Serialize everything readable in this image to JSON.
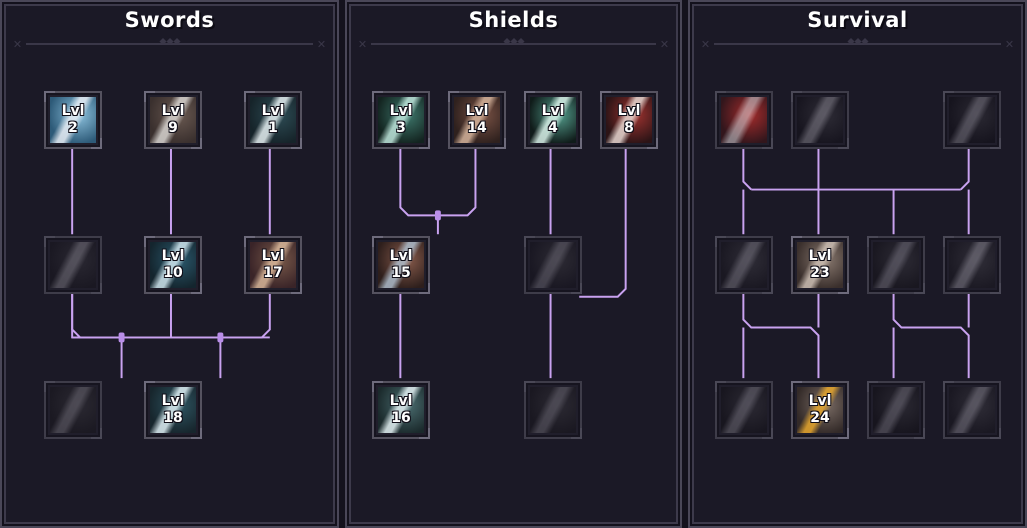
{
  "theme": {
    "background": "#14121d",
    "panel_bg": "#1b1926",
    "panel_border": "#4a4758",
    "link_color": "#c9a2f0",
    "title_color": "#ffffff",
    "divider_color": "#3a3748"
  },
  "divider": {
    "end_glyph": "✕"
  },
  "level_prefix": "Lvl",
  "panels": [
    {
      "id": "swords",
      "title": "Swords",
      "columns": 3,
      "nodes": [
        {
          "name": "swords-r1c1",
          "row": 1,
          "col": 1,
          "level": "2",
          "learned": true,
          "art": "blue-sword-slash",
          "colors": [
            "#8fc4e0",
            "#2d5a78",
            "#e8eef5"
          ]
        },
        {
          "name": "swords-r1c2",
          "row": 1,
          "col": 2,
          "level": "9",
          "learned": true,
          "art": "brown-blade",
          "colors": [
            "#6b5a52",
            "#3a302e",
            "#d8d4d0"
          ]
        },
        {
          "name": "swords-r1c3",
          "row": 1,
          "col": 3,
          "level": "1",
          "learned": true,
          "art": "teal-swordsman",
          "colors": [
            "#2e4d56",
            "#16242a",
            "#e6f0f2"
          ]
        },
        {
          "name": "swords-r2c1",
          "row": 2,
          "col": 1,
          "level": null,
          "learned": false,
          "art": "dark-blade",
          "colors": [
            "#2a2832",
            "#1a1822",
            "#7d7a85"
          ]
        },
        {
          "name": "swords-r2c2",
          "row": 2,
          "col": 2,
          "level": "10",
          "learned": true,
          "art": "blue-crescent",
          "colors": [
            "#2b5a6e",
            "#14252e",
            "#cfe6ef"
          ]
        },
        {
          "name": "swords-r2c3",
          "row": 2,
          "col": 3,
          "level": "17",
          "learned": true,
          "art": "portrait-face",
          "colors": [
            "#7a5a4a",
            "#3a2428",
            "#d9b79a"
          ]
        },
        {
          "name": "swords-r3c1",
          "row": 3,
          "col": 1,
          "level": null,
          "learned": false,
          "art": "dark-axe",
          "colors": [
            "#2b2932",
            "#1b1922",
            "#6e6b76"
          ]
        },
        {
          "name": "swords-r3c2",
          "row": 3,
          "col": 2,
          "level": "18",
          "learned": true,
          "art": "ice-shard",
          "colors": [
            "#2f5663",
            "#17262d",
            "#dff0f5"
          ]
        }
      ],
      "links": [
        {
          "from": "swords-r1c1",
          "to": "swords-r2c1"
        },
        {
          "from": "swords-r1c2",
          "to": "swords-r2c2"
        },
        {
          "from": "swords-r1c3",
          "to": "swords-r2c3"
        },
        {
          "from": "swords-row2-bus",
          "to": "swords-r3c1"
        },
        {
          "from": "swords-row2-bus",
          "to": "swords-r3c2"
        }
      ]
    },
    {
      "id": "shields",
      "title": "Shields",
      "columns": 4,
      "nodes": [
        {
          "name": "shields-r1c1",
          "row": 1,
          "col": 1,
          "level": "3",
          "learned": true,
          "art": "teal-shield-figure",
          "colors": [
            "#3f7a6e",
            "#132420",
            "#bfe6dc"
          ]
        },
        {
          "name": "shields-r1c2",
          "row": 1,
          "col": 2,
          "level": "14",
          "learned": true,
          "art": "brown-warrior",
          "colors": [
            "#7a5245",
            "#2f211e",
            "#d6b49c"
          ]
        },
        {
          "name": "shields-r1c3",
          "row": 1,
          "col": 3,
          "level": "4",
          "learned": true,
          "art": "teal-knight",
          "colors": [
            "#55a08f",
            "#101c1a",
            "#d9f2e9"
          ]
        },
        {
          "name": "shields-r1c4",
          "row": 1,
          "col": 4,
          "level": "8",
          "learned": true,
          "art": "red-shield",
          "colors": [
            "#a03330",
            "#2c1416",
            "#e8d8d2"
          ]
        },
        {
          "name": "shields-r2c1",
          "row": 2,
          "col": 1,
          "level": "15",
          "learned": true,
          "art": "brown-wall-shield",
          "colors": [
            "#8a5c4c",
            "#2e1f1c",
            "#aebccb"
          ]
        },
        {
          "name": "shields-r2c3",
          "row": 2,
          "col": 3,
          "level": null,
          "learned": false,
          "art": "dark-boulder",
          "colors": [
            "#2d2b34",
            "#191722",
            "#6c6975"
          ]
        },
        {
          "name": "shields-r3c1",
          "row": 3,
          "col": 1,
          "level": "16",
          "learned": true,
          "art": "ice-wall",
          "colors": [
            "#4c6f72",
            "#1b2a2c",
            "#e4f2f4"
          ]
        },
        {
          "name": "shields-r3c3",
          "row": 3,
          "col": 3,
          "level": null,
          "learned": false,
          "art": "dark-hammer",
          "colors": [
            "#2c2a33",
            "#1a1821",
            "#6a6773"
          ]
        }
      ],
      "links": [
        {
          "from": "shields-r1c1",
          "to": "shields-r2c1"
        },
        {
          "from": "shields-r1c2",
          "to": "shields-r2c1"
        },
        {
          "from": "shields-r1c3",
          "to": "shields-r2c3"
        },
        {
          "from": "shields-r1c4",
          "to": "shields-r2c3"
        },
        {
          "from": "shields-r2c1",
          "to": "shields-r3c1"
        },
        {
          "from": "shields-r2c3",
          "to": "shields-r3c3"
        }
      ]
    },
    {
      "id": "survival",
      "title": "Survival",
      "columns": 4,
      "nodes": [
        {
          "name": "survival-r1c1",
          "row": 1,
          "col": 1,
          "level": null,
          "learned": false,
          "art": "raw-meat-knife",
          "colors": [
            "#a62c2c",
            "#32161c",
            "#dfe6ec"
          ]
        },
        {
          "name": "survival-r1c2",
          "row": 1,
          "col": 2,
          "level": null,
          "learned": false,
          "art": "campfire",
          "colors": [
            "#2e2c36",
            "#17151f",
            "#8a8792"
          ]
        },
        {
          "name": "survival-r1c4",
          "row": 1,
          "col": 4,
          "level": null,
          "learned": false,
          "art": "dark-smoke",
          "colors": [
            "#2b2933",
            "#16141e",
            "#7e7b87"
          ]
        },
        {
          "name": "survival-r2c1",
          "row": 2,
          "col": 1,
          "level": null,
          "learned": false,
          "art": "dark-leaf",
          "colors": [
            "#2f2d37",
            "#1a1822",
            "#7a7783"
          ]
        },
        {
          "name": "survival-r2c2",
          "row": 2,
          "col": 2,
          "level": "23",
          "learned": true,
          "art": "camo-pelt",
          "colors": [
            "#8a7a70",
            "#3a2f2c",
            "#cdbfb4"
          ]
        },
        {
          "name": "survival-r2c3",
          "row": 2,
          "col": 3,
          "level": null,
          "learned": false,
          "art": "dark-orb",
          "colors": [
            "#2d2b35",
            "#191720",
            "#767380"
          ]
        },
        {
          "name": "survival-r2c4",
          "row": 2,
          "col": 4,
          "level": null,
          "learned": false,
          "art": "dark-bandage",
          "colors": [
            "#302e38",
            "#1b1923",
            "#8b8894"
          ]
        },
        {
          "name": "survival-r3c1",
          "row": 3,
          "col": 1,
          "level": null,
          "learned": false,
          "art": "dark-skull",
          "colors": [
            "#2c2a34",
            "#18161f",
            "#74717d"
          ]
        },
        {
          "name": "survival-r3c2",
          "row": 3,
          "col": 2,
          "level": "24",
          "learned": true,
          "art": "gold-star-fur",
          "colors": [
            "#7b6d66",
            "#332a28",
            "#e8a82e"
          ]
        },
        {
          "name": "survival-r3c3",
          "row": 3,
          "col": 3,
          "level": null,
          "learned": false,
          "art": "dark-torso",
          "colors": [
            "#2b2933",
            "#17151e",
            "#706d79"
          ]
        },
        {
          "name": "survival-r3c4",
          "row": 3,
          "col": 4,
          "level": null,
          "learned": false,
          "art": "dark-face",
          "colors": [
            "#2f2d37",
            "#1a1822",
            "#807d89"
          ]
        }
      ],
      "links": [
        {
          "from": "survival-r1c1",
          "to": "survival-bus"
        },
        {
          "from": "survival-r1c2",
          "to": "survival-bus"
        },
        {
          "from": "survival-r1c4",
          "to": "survival-bus"
        },
        {
          "from": "survival-bus",
          "to": "survival-r2c1"
        },
        {
          "from": "survival-bus",
          "to": "survival-r2c2"
        },
        {
          "from": "survival-bus",
          "to": "survival-r2c3"
        },
        {
          "from": "survival-bus",
          "to": "survival-r2c4"
        },
        {
          "from": "survival-r2c1",
          "to": "survival-r3c2"
        },
        {
          "from": "survival-r2c2",
          "to": "survival-r3c1"
        },
        {
          "from": "survival-r2c3",
          "to": "survival-r3c4"
        },
        {
          "from": "survival-r2c4",
          "to": "survival-r3c3"
        }
      ]
    }
  ]
}
